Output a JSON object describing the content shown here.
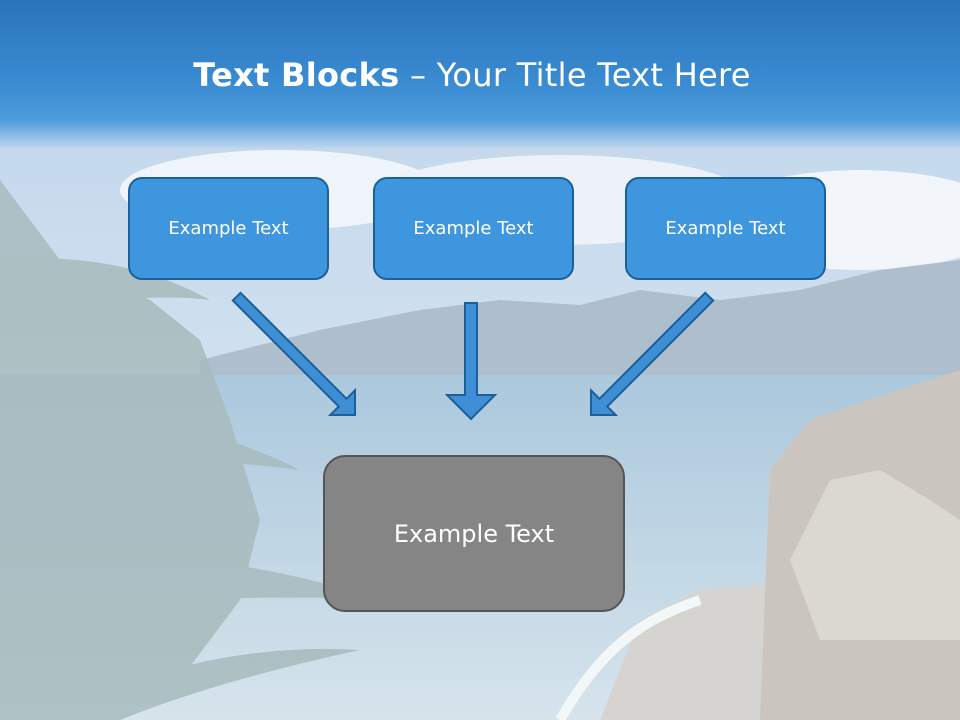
{
  "slide": {
    "title_bold": "Text Blocks",
    "title_separator": " – ",
    "title_rest": "Your Title Text Here"
  },
  "diagram": {
    "top_boxes": [
      "Example Text",
      "Example Text",
      "Example Text"
    ],
    "bottom_box": "Example Text"
  },
  "colors": {
    "header": "#2a74ba",
    "box_fill": "#3d96de",
    "box_border": "#1c5f99",
    "arrow_fill": "#3f8fd6",
    "bottom_box_fill": "#858585"
  },
  "background": {
    "image": "coastal-landscape-photo"
  }
}
